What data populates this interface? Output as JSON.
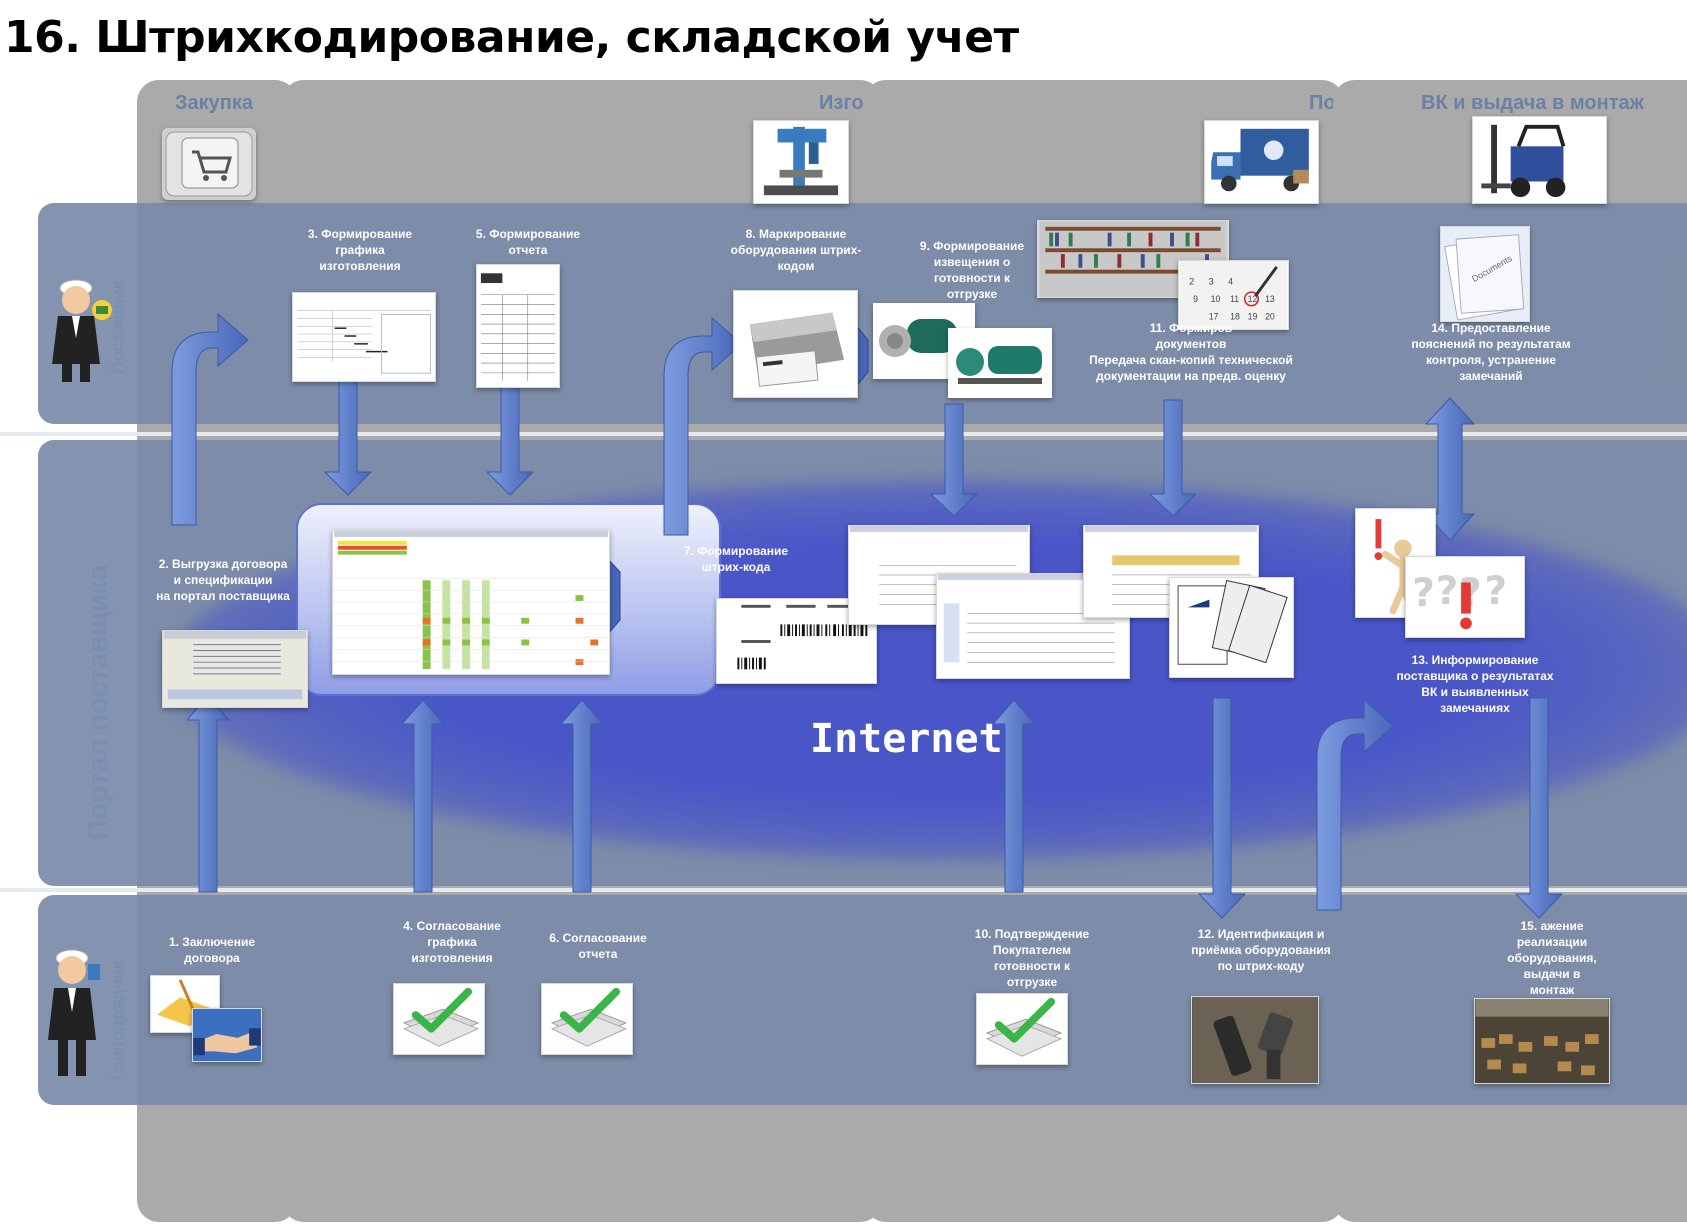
{
  "title": "16. Штрихкодирование, складской учет",
  "phases": [
    {
      "label": "Закупка"
    },
    {
      "label": "Изго"
    },
    {
      "label": "По"
    },
    {
      "label": "ВК и выдача в монтаж"
    }
  ],
  "lanes": [
    {
      "label": "Поставщик"
    },
    {
      "label": "Портал поставщика"
    },
    {
      "label": "Генподрядчик"
    }
  ],
  "steps": {
    "s1": "1. Заключение\nдоговора",
    "s2": "2. Выгрузка договора\nи  спецификации\nна  портал поставщика",
    "s3": "3. Формирование\nграфика\nизготовления",
    "s4": "4. Согласование\nграфика\nизготовления",
    "s5": "5. Формирование\nотчета",
    "s6": "6. Согласование\nотчета",
    "s7": "7. Формирование\nштрих-кода",
    "s8": "8. Маркирование\nоборудования штрих-\nкодом",
    "s9": "9. Формирование\nизвещения о\nготовности к\nотгрузке",
    "s10": "10. Подтверждение\nПокупателем\nготовности к\nотгрузке",
    "s11": "11. Формиров                    \nдокументов\nПередача скан-копий технической\nдокументации  на предв. оценку",
    "s12": "12. Идентификация и\nприёмка оборудования\nпо штрих-коду",
    "s13": "13. Информирование\nпоставщика о результатах\nВК и выявленных\nзамечаниях",
    "s14": "14. Предоставление\nпояснений по результатам\nконтроля, устранение\nзамечаний",
    "s15": "15.        ажение\nреализации\nоборудования,\nвыдачи в\nмонтаж"
  },
  "internet_label": "Internet",
  "colors": {
    "column": "#aaaaaa",
    "lane": "#7a8aa8",
    "cloud": "#4a56c8",
    "arrow": "#5b7cc9",
    "check": "#3bb54a"
  },
  "icons": [
    "cart-icon",
    "drill-press-icon",
    "truck-icon",
    "forklift-icon",
    "barcode-printer-icon",
    "pump-icon",
    "check-docs-icon",
    "scanner-icon",
    "warehouse-icon",
    "handshake-icon",
    "question-marks-icon"
  ]
}
